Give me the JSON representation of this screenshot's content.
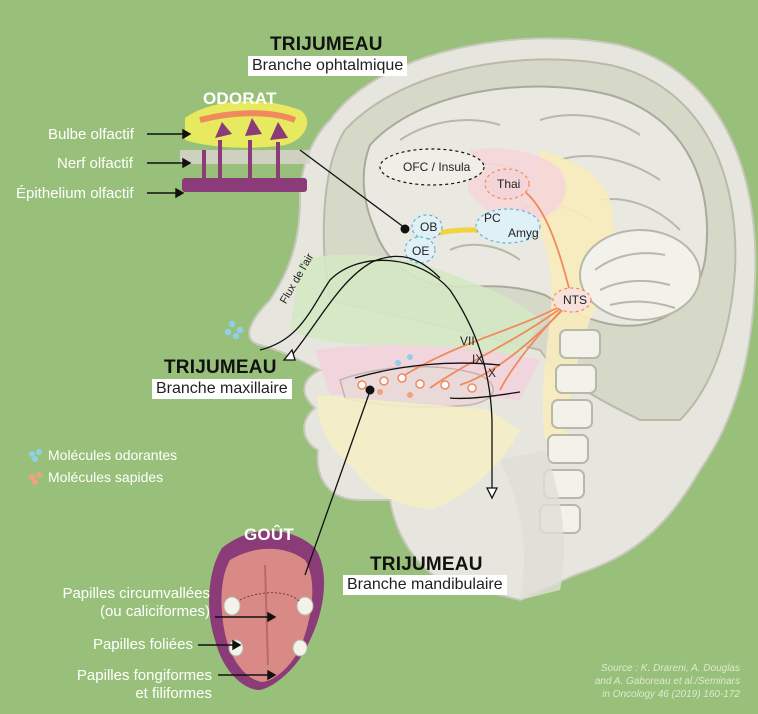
{
  "trijumeau_top": {
    "title": "TRIJUMEAU",
    "sub": "Branche ophtalmique"
  },
  "trijumeau_max": {
    "title": "TRIJUMEAU",
    "sub": "Branche maxillaire"
  },
  "trijumeau_mand": {
    "title": "TRIJUMEAU",
    "sub": "Branche mandibulaire"
  },
  "odorat": {
    "title": "ODORAT",
    "labels": [
      "Bulbe olfactif",
      "Nerf olfactif",
      "Épithelium olfactif"
    ]
  },
  "gout": {
    "title": "GOÛT",
    "labels": [
      "Papilles circumvallées",
      "(ou caliciformes)",
      "Papilles foliées",
      "Papilles fongiformes",
      "et filiformes"
    ]
  },
  "brain": {
    "ofc": "OFC / Insula",
    "thai": "Thai",
    "ob": "OB",
    "oe": "OE",
    "pc": "PC",
    "amyg": "Amyg",
    "nts": "NTS",
    "flux": "Flux de l'air",
    "vii": "VII",
    "ix": "IX",
    "x": "X"
  },
  "legend": {
    "odorantes": "Molécules odorantes",
    "sapides": "Molécules sapides"
  },
  "source": [
    "Source : K. Drareni, A. Douglas",
    "and A. Gaboreau et al./Seminars",
    "in Oncology 46 (2019) 160-172"
  ],
  "colors": {
    "background": "#98c07a",
    "odorant_dot": "#8fd0e8",
    "sapide_dot": "#f2a27a",
    "nerve": "#f08a5d"
  }
}
